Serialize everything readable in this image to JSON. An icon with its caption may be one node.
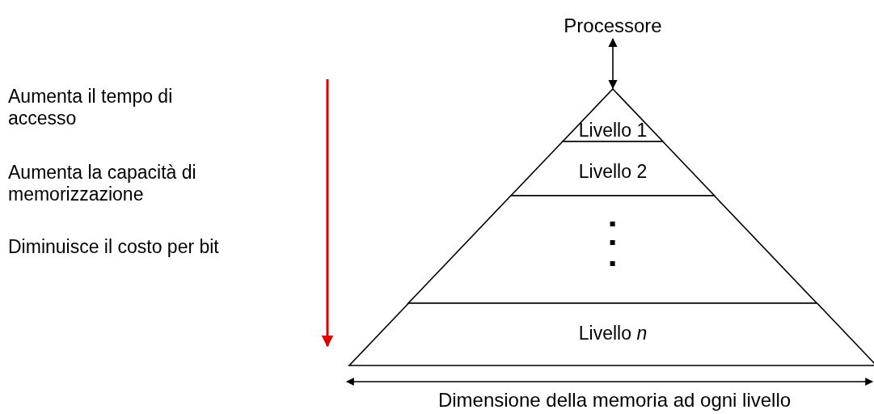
{
  "diagram": {
    "nodes": [
      {
        "text": [
          "Processore"
        ]
      },
      {
        "text": [
          "Livello 1"
        ]
      },
      {
        "text": [
          "Livello 2"
        ]
      },
      {
        "text": [],
        "shape": "band"
      },
      {
        "text": [
          "Livello *n*"
        ]
      }
    ],
    "edges": [
      {
        "from": 0,
        "to": 1,
        "arrow": "both"
      }
    ],
    "labels": [
      "Aumenta il tempo di accesso",
      "Aumenta la capacità di memorizzazione",
      "Diminuisce il costo per bit",
      "Dimensione della memoria ad ogni livello"
    ]
  }
}
